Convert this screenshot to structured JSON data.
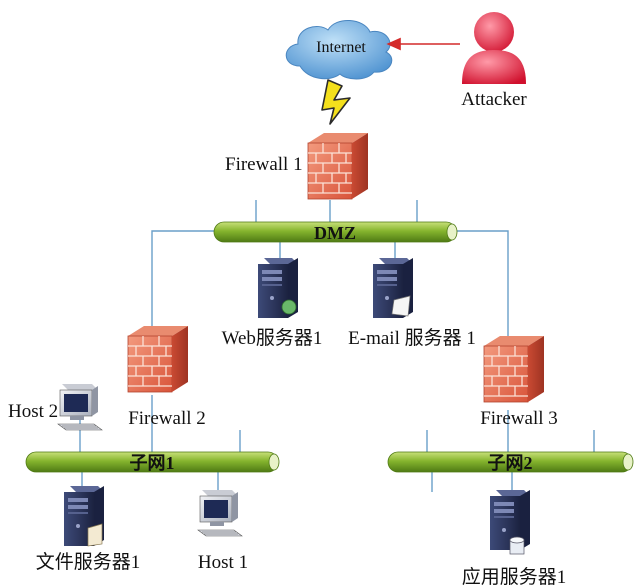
{
  "internet": {
    "label": "Internet",
    "color": "#5b9bd5"
  },
  "attacker": {
    "label": "Attacker",
    "color": "#e0203a"
  },
  "attack_arrow_color": "#d42a2a",
  "link_color": "#6a9fc9",
  "bus_color": "#86b52e",
  "firewalls": {
    "fw1": {
      "label": "Firewall 1"
    },
    "fw2": {
      "label": "Firewall 2"
    },
    "fw3": {
      "label": "Firewall 3"
    }
  },
  "buses": {
    "dmz": {
      "label": "DMZ"
    },
    "subnet1": {
      "label": "子网1"
    },
    "subnet2": {
      "label": "子网2"
    }
  },
  "nodes": {
    "web_server": {
      "label": "Web服务器1"
    },
    "email_server": {
      "label": "E-mail 服务器 1"
    },
    "host2": {
      "label": "Host 2"
    },
    "file_server": {
      "label": "文件服务器1"
    },
    "host1": {
      "label": "Host 1"
    },
    "app_server": {
      "label": "应用服务器1"
    }
  }
}
